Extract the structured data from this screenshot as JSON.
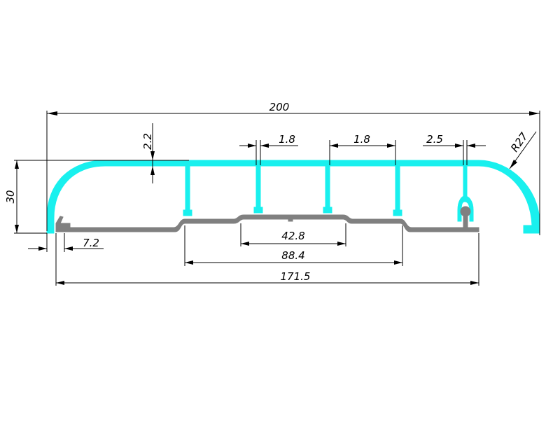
{
  "drawing": {
    "profile_color": "#19f0ee",
    "base_color": "#808080",
    "dimension_color": "#000000"
  },
  "dimensions": {
    "overall_width": "200",
    "top_wall_thickness": "2.2",
    "rib_thickness_left": "1.8",
    "rib_thickness_right": "1.8",
    "clip_width": "2.5",
    "radius": "R27",
    "height": "30",
    "foot_width": "7.2",
    "center_channel": "42.8",
    "middle_span": "88.4",
    "base_width": "171.5"
  }
}
